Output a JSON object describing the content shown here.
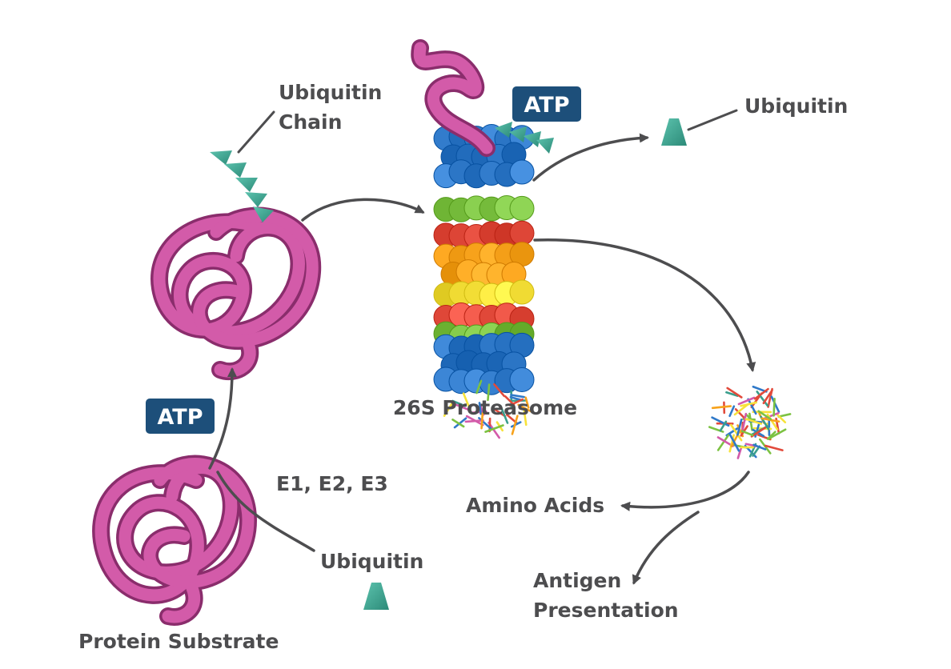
{
  "labels": {
    "ubiquitin_chain_line1": "Ubiquitin",
    "ubiquitin_chain_line2": "Chain",
    "atp_top": "ATP",
    "ubiquitin_right": "Ubiquitin",
    "atp_left": "ATP",
    "proteasome": "26S Proteasome",
    "enzymes": "E1, E2, E3",
    "ubiquitin_bottom": "Ubiquitin",
    "amino_acids": "Amino Acids",
    "antigen_line1": "Antigen",
    "antigen_line2": "Presentation",
    "protein_substrate": "Protein Substrate"
  },
  "colors": {
    "protein": "#d35ba9",
    "ubiquitin": "#3a9e8c",
    "atp_badge": "#1d4f7a",
    "text": "#4d4d4f",
    "proteasome_cap": "#2f79c9",
    "proteasome_alpha": "#7cc242",
    "proteasome_beta_red": "#e24a3b",
    "proteasome_beta_orange": "#f7a21b",
    "proteasome_beta_yellow": "#f7e23a"
  }
}
